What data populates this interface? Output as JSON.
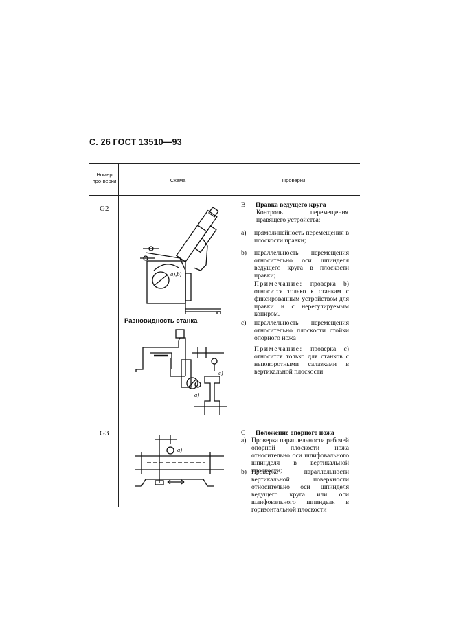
{
  "page_header": "С. 26 ГОСТ 13510—93",
  "table": {
    "headers": {
      "number": "Номер про-верки",
      "scheme": "Схема",
      "checks": "Проверки"
    },
    "rows": [
      {
        "number": "G2",
        "variant_caption": "Разновидность станка",
        "scheme_labels": {
          "a_b": "a),b)",
          "c": "c)",
          "a2": "a)"
        },
        "section": {
          "letter": "B —",
          "title": "Правка ведущего круга",
          "intro": "Контроль перемещения правящего устройства:"
        },
        "items": [
          {
            "marker": "a)",
            "text": "прямолинейность перемещения в плоскости правки;"
          },
          {
            "marker": "b)",
            "text": "параллельность перемещения относительно оси шпинделя ведущего круга в плоскости правки;"
          }
        ],
        "note1": {
          "label": "Примечание:",
          "text": "проверка b) относится только к станкам с фиксированным устройством для правки и с нерегулируемым копиром."
        },
        "items2": [
          {
            "marker": "c)",
            "text": "параллельность перемещения относительно плоскости стойки опорного ножа"
          }
        ],
        "note2": {
          "label": "Примечание:",
          "text": "проверка c) относится только для станков с неповоротными салазками в вертикальной плоскости"
        }
      },
      {
        "number": "G3",
        "scheme_labels": {
          "a": "a)"
        },
        "section": {
          "letter": "C —",
          "title": "Положение опорного ножа"
        },
        "items": [
          {
            "marker": "a)",
            "text": "Проверка параллельности рабочей опорной плоскости ножа относительно оси шлифовального шпинделя в вертикальной плоскости;"
          },
          {
            "marker": "b)",
            "text": "Проверка параллельности вертикальной поверхности относительно оси шпинделя ведущего круга или оси шлифовального шпинделя в горизонтальной плоскости"
          }
        ]
      }
    ]
  }
}
